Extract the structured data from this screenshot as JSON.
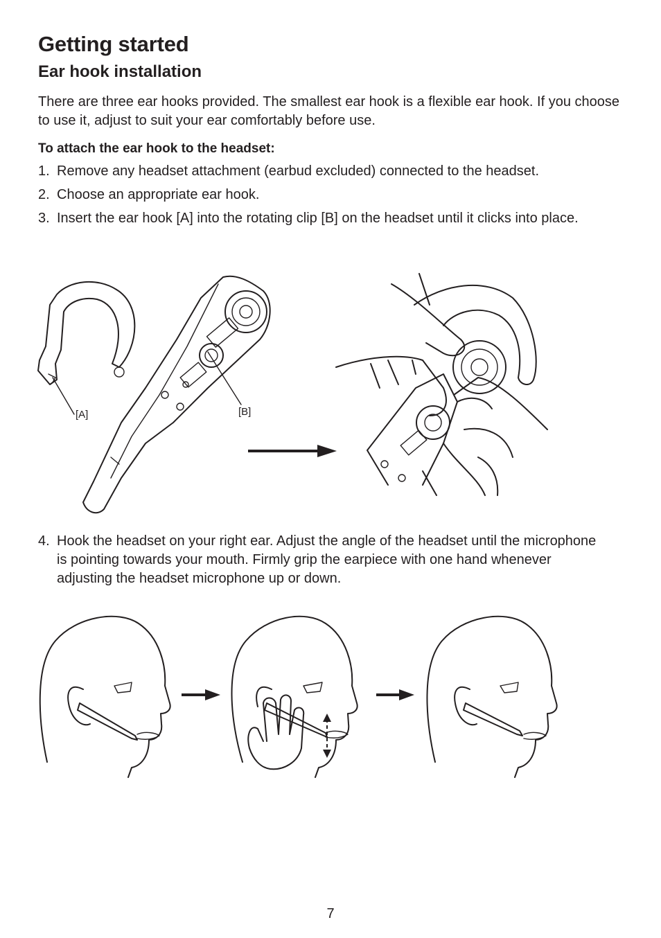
{
  "header": {
    "title": "Getting started",
    "subtitle": "Ear hook installation"
  },
  "intro": "There are three ear hooks provided. The smallest ear hook is a flexible ear hook. If you choose to use it, adjust to suit your ear comfortably before use.",
  "procedure_title": "To attach the ear hook to the headset:",
  "steps": [
    {
      "num": "1.",
      "text": "Remove any headset attachment (earbud excluded) connected to the headset."
    },
    {
      "num": "2.",
      "text": "Choose an appropriate ear hook."
    },
    {
      "num": "3.",
      "text": "Insert the ear hook [A] into the rotating clip [B] on the headset until it clicks into place."
    },
    {
      "num": "4.",
      "text": "Hook the headset on your right ear. Adjust the angle of the headset until the microphone is pointing towards your mouth. Firmly grip the earpiece with one hand whenever adjusting the headset microphone up or down."
    }
  ],
  "figure1": {
    "label_a": "[A]",
    "label_b": "[B]"
  },
  "page_number": "7"
}
